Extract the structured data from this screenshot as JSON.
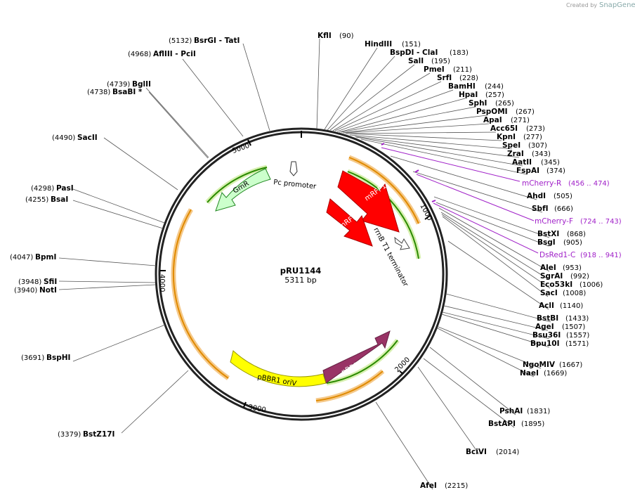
{
  "credit": {
    "prefix": "Created by",
    "brand": "SnapGene"
  },
  "plasmid": {
    "name": "pRU1144",
    "length": "5311 bp"
  },
  "ticks": [
    "1000",
    "2000",
    "3000",
    "4000",
    "5000"
  ],
  "enzymes": [
    {
      "name": "KflI",
      "pos": "(90)"
    },
    {
      "name": "HindIII",
      "pos": "(151)"
    },
    {
      "name": "BspDI - ClaI",
      "pos": "(183)"
    },
    {
      "name": "SalI",
      "pos": "(195)"
    },
    {
      "name": "PmeI",
      "pos": "(211)"
    },
    {
      "name": "SrfI",
      "pos": "(228)"
    },
    {
      "name": "BamHI",
      "pos": "(244)"
    },
    {
      "name": "HpaI",
      "pos": "(257)"
    },
    {
      "name": "SphI",
      "pos": "(265)"
    },
    {
      "name": "PspOMI",
      "pos": "(267)"
    },
    {
      "name": "ApaI",
      "pos": "(271)"
    },
    {
      "name": "Acc65I",
      "pos": "(273)"
    },
    {
      "name": "KpnI",
      "pos": "(277)"
    },
    {
      "name": "SpeI",
      "pos": "(307)"
    },
    {
      "name": "ZraI",
      "pos": "(343)"
    },
    {
      "name": "AatII",
      "pos": "(345)"
    },
    {
      "name": "FspAI",
      "pos": "(374)"
    },
    {
      "name": "AhdI",
      "pos": "(505)"
    },
    {
      "name": "SbfI",
      "pos": "(666)"
    },
    {
      "name": "BstXI",
      "pos": "(868)"
    },
    {
      "name": "BsgI",
      "pos": "(905)"
    },
    {
      "name": "AleI",
      "pos": "(953)"
    },
    {
      "name": "SgrAI",
      "pos": "(992)"
    },
    {
      "name": "Eco53kI",
      "pos": "(1006)"
    },
    {
      "name": "SacI",
      "pos": "(1008)"
    },
    {
      "name": "AclI",
      "pos": "(1140)"
    },
    {
      "name": "BstBI",
      "pos": "(1433)"
    },
    {
      "name": "AgeI",
      "pos": "(1507)"
    },
    {
      "name": "Bsu36I",
      "pos": "(1557)"
    },
    {
      "name": "Bpu10I",
      "pos": "(1571)"
    },
    {
      "name": "NgoMIV",
      "pos": "(1667)"
    },
    {
      "name": "NaeI",
      "pos": "(1669)"
    },
    {
      "name": "PshAI",
      "pos": "(1831)"
    },
    {
      "name": "BstAPI",
      "pos": "(1895)"
    },
    {
      "name": "BciVI",
      "pos": "(2014)"
    },
    {
      "name": "AfeI",
      "pos": "(2215)"
    },
    {
      "name": "BstZ17I",
      "pos": "(3379)"
    },
    {
      "name": "BspHI",
      "pos": "(3691)"
    },
    {
      "name": "NotI",
      "pos": "(3940)"
    },
    {
      "name": "SfiI",
      "pos": "(3948)"
    },
    {
      "name": "BpmI",
      "pos": "(4047)"
    },
    {
      "name": "BsaI",
      "pos": "(4255)"
    },
    {
      "name": "PasI",
      "pos": "(4298)"
    },
    {
      "name": "SacII",
      "pos": "(4490)"
    },
    {
      "name": "BsaBI *",
      "pos": "(4738)"
    },
    {
      "name": "BglII",
      "pos": "(4739)"
    },
    {
      "name": "AflIII - PciI",
      "pos": "(4968)"
    },
    {
      "name": "BsrGI - TatI",
      "pos": "(5132)"
    }
  ],
  "primers": [
    {
      "name": "mCherry-R",
      "pos": "(456 .. 474)"
    },
    {
      "name": "mCherry-F",
      "pos": "(724 .. 743)"
    },
    {
      "name": "DsRed1-C",
      "pos": "(918 .. 941)"
    }
  ],
  "features": [
    {
      "name": "mRFP1",
      "color": "#ff0000"
    },
    {
      "name": "mRFP1",
      "color": "#ff0000"
    },
    {
      "name": "rrnB T1 terminator",
      "color": "#ffffff"
    },
    {
      "name": "pBBR1 Rep",
      "color": "#993366"
    },
    {
      "name": "pBBR1 oriV",
      "color": "#ffff00"
    },
    {
      "name": "GmR",
      "color": "#ccffcc"
    },
    {
      "name": "Pc promoter",
      "color": "#ffffff"
    }
  ]
}
